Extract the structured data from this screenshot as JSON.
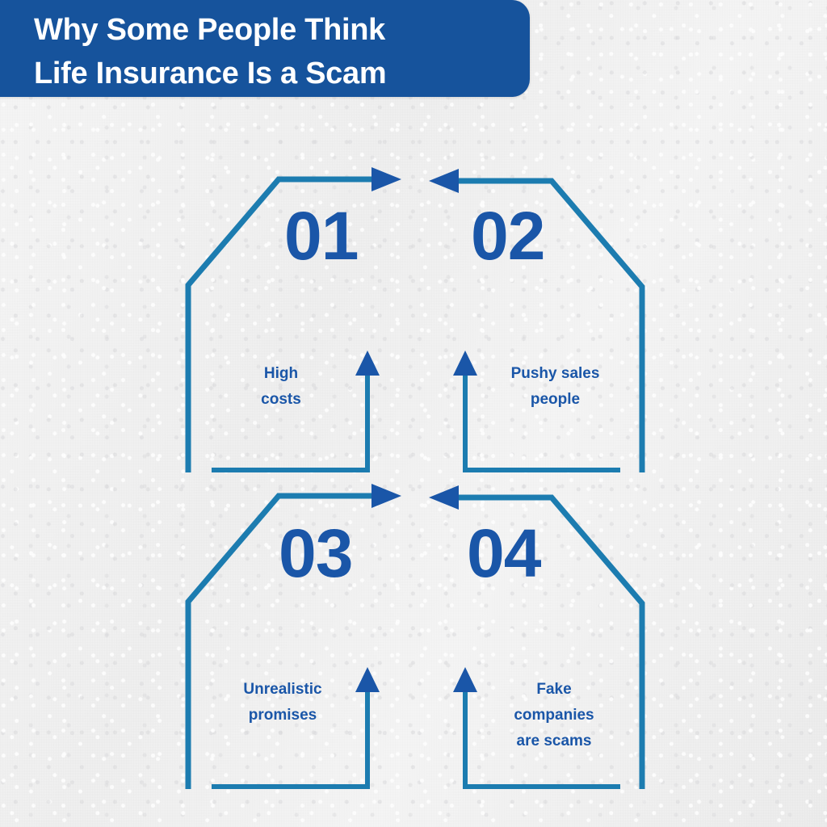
{
  "header": {
    "title": "Why Some People Think\nLife Insurance Is a Scam"
  },
  "colors": {
    "banner_blue": "#16539c",
    "number_blue": "#1a56a8",
    "line_teal": "#1c7cb0",
    "arrowhead_blue": "#1a56a8",
    "background": "#f3f3f3",
    "title_text": "#ffffff"
  },
  "steps": [
    {
      "number": "01",
      "label": "High\ncosts",
      "label_plain": "High costs",
      "position": "top-left",
      "arrow_direction": "right"
    },
    {
      "number": "02",
      "label": "Pushy sales\npeople",
      "label_plain": "Pushy sales people",
      "position": "top-right",
      "arrow_direction": "left"
    },
    {
      "number": "03",
      "label": "Unrealistic\npromises",
      "label_plain": "Unrealistic promises",
      "position": "bottom-left",
      "arrow_direction": "right"
    },
    {
      "number": "04",
      "label": "Fake\ncompanies\nare scams",
      "label_plain": "Fake companies are scams",
      "position": "bottom-right",
      "arrow_direction": "left"
    }
  ]
}
